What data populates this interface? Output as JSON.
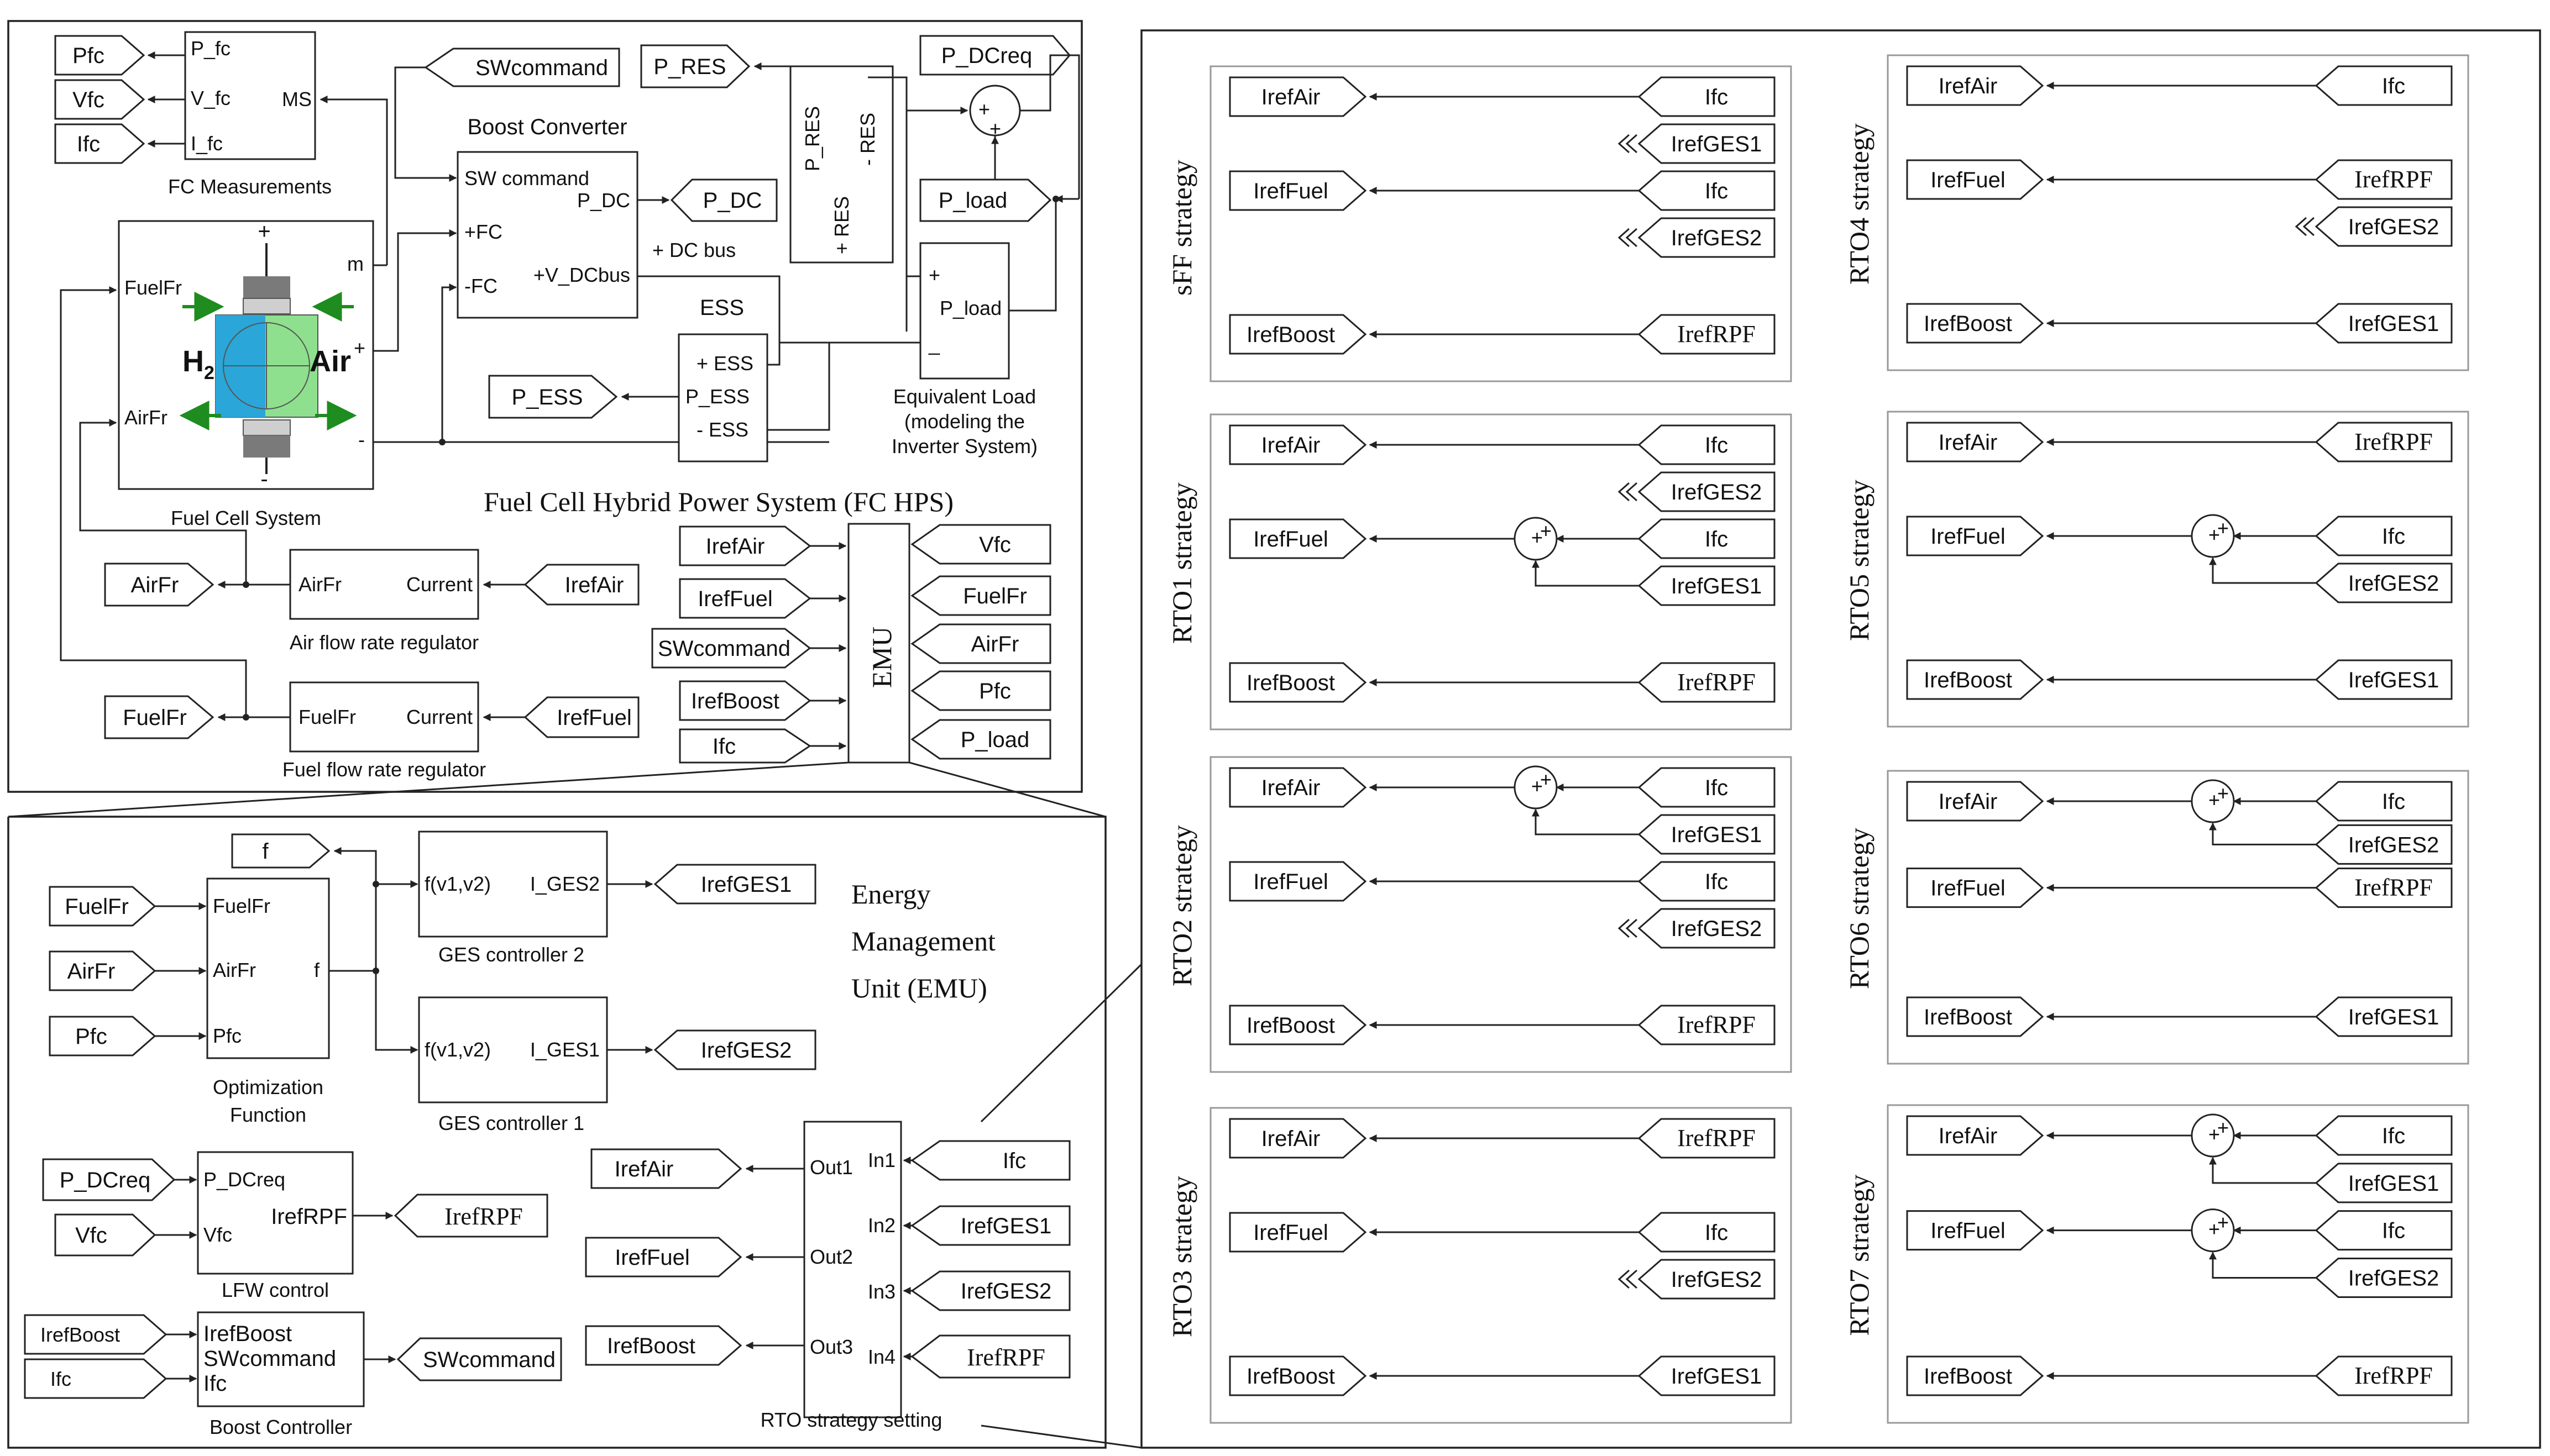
{
  "colors": {
    "line": "#222222",
    "panel_border": "#9a9a9a",
    "arrow_green": "#1e8c1e",
    "fc_blue": "#2aa6d8",
    "fc_green": "#8ee08e",
    "fc_grey": "#7a7a7a"
  },
  "fchps": {
    "title": "Fuel Cell Hybrid Power System (FC HPS)",
    "tags": {
      "pfc": "Pfc",
      "vfc": "Vfc",
      "ifc": "Ifc",
      "sw_command": "SWcommand",
      "p_res": "P_RES",
      "p_dcreq": "P_DCreq",
      "p_dc": "P_DC",
      "p_load": "P_load",
      "p_ess": "P_ESS",
      "airfr": "AirFr",
      "fuelfr": "FuelFr",
      "irefair": "IrefAir",
      "ireffuel": "IrefFuel"
    },
    "fc_measurements": {
      "label": "FC Measurements",
      "ports_in": [
        "P_fc",
        "V_fc",
        "I_fc"
      ],
      "port_out": "MS"
    },
    "boost_converter": {
      "title": "Boost Converter",
      "ports_in": [
        "SW command",
        "+FC",
        "-FC"
      ],
      "port_pdc": "P_DC",
      "port_vdc": "+V_DCbus",
      "dc_bus": "+ DC bus"
    },
    "fuel_cell": {
      "label": "Fuel Cell System",
      "fuelfr": "FuelFr",
      "airfr": "AirFr",
      "m": "m",
      "plus": "+",
      "minus": "-",
      "h2": "H",
      "h2_sub": "2",
      "air": "Air",
      "air_plus": "+",
      "air_minus": "-"
    },
    "res": {
      "p_res": "P_RES",
      "plus_res": "+ RES",
      "minus_res": "- RES"
    },
    "ess": {
      "title": "ESS",
      "plus": "+ ESS",
      "p_ess": "P_ESS",
      "minus": "- ESS"
    },
    "load": {
      "plus": "+",
      "p_load": "P_load",
      "minus": "_",
      "caption": [
        "Equivalent Load",
        "(modeling  the",
        "Inverter System)"
      ]
    },
    "sum_plus": "+",
    "air_regulator": {
      "label": "Air flow rate regulator",
      "in": "AirFr",
      "out": "Current"
    },
    "fuel_regulator": {
      "label": "Fuel flow rate regulator",
      "in": "FuelFr",
      "out": "Current"
    },
    "emu_block": {
      "label": "EMU",
      "outputs": [
        "IrefAir",
        "IrefFuel",
        "SWcommand",
        "IrefBoost",
        "Ifc"
      ],
      "inputs": [
        "Vfc",
        "FuelFr",
        "AirFr",
        "Pfc",
        "P_load"
      ]
    }
  },
  "emu": {
    "title": [
      "Energy",
      "Management",
      "Unit (EMU)"
    ],
    "f_tag": "f",
    "opt_inputs": [
      "FuelFr",
      "AirFr",
      "Pfc"
    ],
    "opt_block": {
      "ports": [
        "FuelFr",
        "AirFr",
        "Pfc"
      ],
      "out": "f",
      "label": [
        "Optimization",
        "Function"
      ]
    },
    "ges2": {
      "in": "f(v1,v2)",
      "out": "I_GES2",
      "label": "GES controller 2",
      "tag": "IrefGES1"
    },
    "ges1": {
      "in": "f(v1,v2)",
      "out": "I_GES1",
      "label": "GES controller 1",
      "tag": "IrefGES2"
    },
    "lfw": {
      "in_tags": [
        "P_DCreq",
        "Vfc"
      ],
      "ports": [
        "P_DCreq",
        "Vfc"
      ],
      "out": "IrefRPF",
      "label": "LFW control",
      "out_tag": "IrefRPF"
    },
    "boost_ctrl": {
      "in_tags": [
        "IrefBoost",
        "Ifc"
      ],
      "ports": [
        "IrefBoost",
        "SWcommand",
        "Ifc"
      ],
      "label": "Boost Controller",
      "out_tag": "SWcommand"
    },
    "rto": {
      "label": "RTO strategy setting",
      "out_ports": [
        "Out1",
        "Out2",
        "Out3"
      ],
      "in_ports": [
        "In1",
        "In2",
        "In3",
        "In4"
      ],
      "out_tags": [
        "IrefAir",
        "IrefFuel",
        "IrefBoost"
      ],
      "in_tags": [
        "Ifc",
        "IrefGES1",
        "IrefGES2",
        "IrefRPF"
      ]
    }
  },
  "strategies": [
    {
      "name": "sFF strategy",
      "outputs": [
        "IrefAir",
        "IrefFuel",
        "IrefBoost"
      ],
      "inputs": [
        "Ifc",
        "IrefGES1",
        "Ifc",
        "IrefGES2",
        "IrefRPF"
      ]
    },
    {
      "name": "RTO1 strategy",
      "outputs": [
        "IrefAir",
        "IrefFuel",
        "IrefBoost"
      ],
      "inputs": [
        "Ifc",
        "IrefGES2",
        "Ifc",
        "IrefGES1",
        "IrefRPF"
      ]
    },
    {
      "name": "RTO2 strategy",
      "outputs": [
        "IrefAir",
        "IrefFuel",
        "IrefBoost"
      ],
      "inputs": [
        "Ifc",
        "IrefGES1",
        "Ifc",
        "IrefGES2",
        "IrefRPF"
      ]
    },
    {
      "name": "RTO3 strategy",
      "outputs": [
        "IrefAir",
        "IrefFuel",
        "IrefBoost"
      ],
      "inputs": [
        "IrefRPF",
        "Ifc",
        "IrefGES2",
        "IrefGES1"
      ]
    },
    {
      "name": "RTO4 strategy",
      "outputs": [
        "IrefAir",
        "IrefFuel",
        "IrefBoost"
      ],
      "inputs": [
        "Ifc",
        "IrefRPF",
        "IrefGES2",
        "IrefGES1"
      ]
    },
    {
      "name": "RTO5 strategy",
      "outputs": [
        "IrefAir",
        "IrefFuel",
        "IrefBoost"
      ],
      "inputs": [
        "IrefRPF",
        "Ifc",
        "IrefGES2",
        "IrefGES1"
      ]
    },
    {
      "name": "RTO6 strategy",
      "outputs": [
        "IrefAir",
        "IrefFuel",
        "IrefBoost"
      ],
      "inputs": [
        "Ifc",
        "IrefGES2",
        "IrefRPF",
        "IrefGES1"
      ]
    },
    {
      "name": "RTO7 strategy",
      "outputs": [
        "IrefAir",
        "IrefFuel",
        "IrefBoost"
      ],
      "inputs": [
        "Ifc",
        "IrefGES1",
        "Ifc",
        "IrefGES2",
        "IrefRPF"
      ]
    }
  ]
}
